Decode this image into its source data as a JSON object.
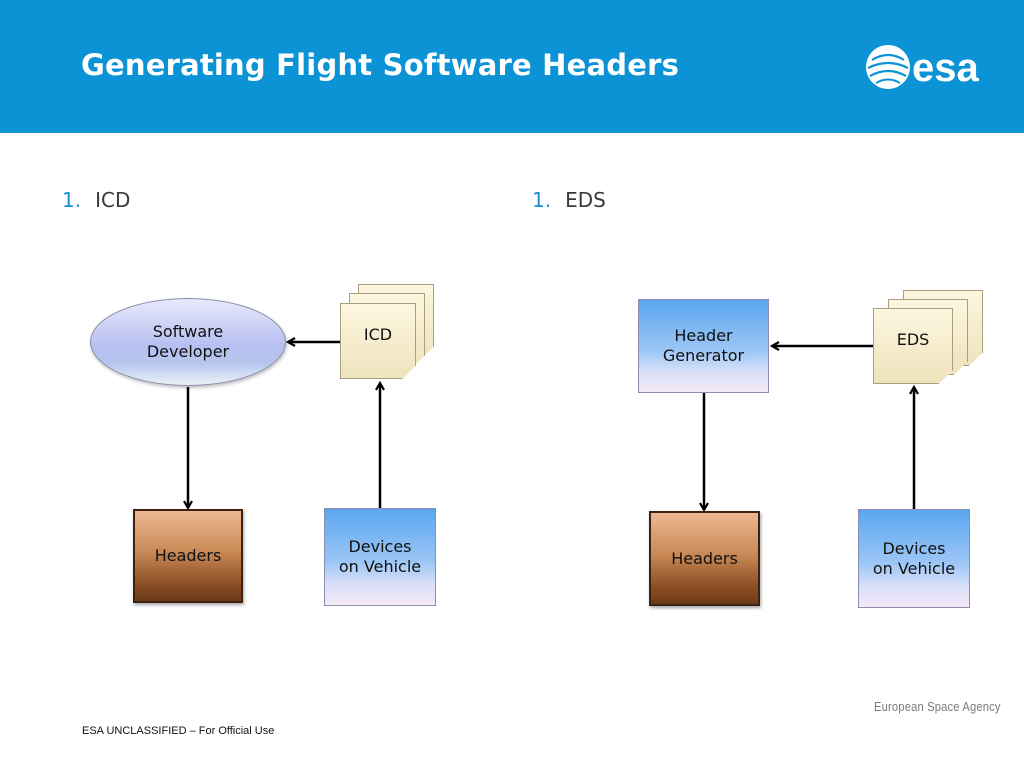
{
  "header": {
    "title": "Generating Flight Software Headers",
    "logo_text": "esa"
  },
  "left": {
    "heading_number": "1.",
    "heading_text": "ICD",
    "developer": "Software\nDeveloper",
    "document": "ICD",
    "headers": "Headers",
    "devices": "Devices\non Vehicle"
  },
  "right": {
    "heading_number": "1.",
    "heading_text": "EDS",
    "generator": "Header\nGenerator",
    "document": "EDS",
    "headers": "Headers",
    "devices": "Devices\non Vehicle"
  },
  "footer": {
    "classification": "ESA UNCLASSIFIED – For Official Use",
    "agency": "European Space Agency"
  },
  "colors": {
    "header_bar": "#0c93d6",
    "list_number": "#1a8fd3"
  }
}
